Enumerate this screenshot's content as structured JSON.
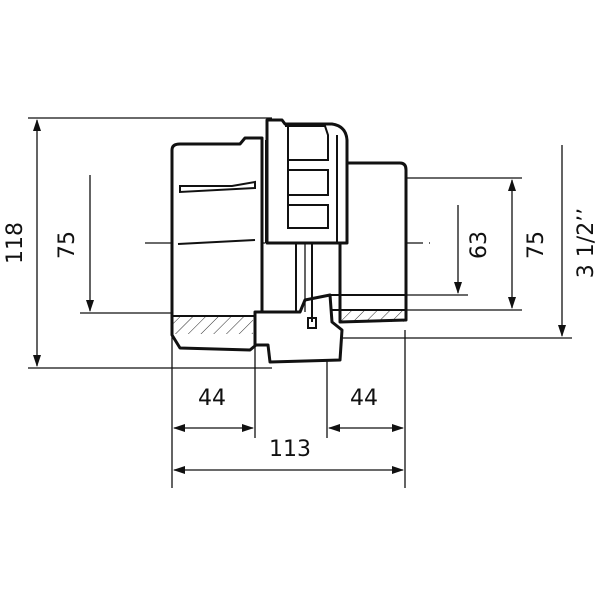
{
  "dimensions": {
    "overall_height": "118",
    "left_diameter": "75",
    "inner_diameter": "63",
    "right_diameter": "75",
    "thread_size": "3 1/2’’",
    "left_socket_depth": "44",
    "right_socket_depth": "44",
    "overall_length": "113"
  }
}
